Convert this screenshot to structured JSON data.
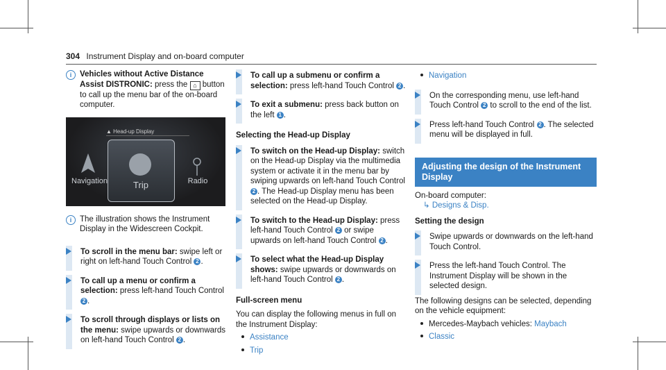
{
  "header": {
    "page_number": "304",
    "title": "Instrument Display and on-board computer"
  },
  "col1": {
    "note1_bold": "Vehicles without Active Distance Assist DISTRONIC:",
    "note1_pre": "press the",
    "note1_icon": "home-icon",
    "note1_post": "button to call up the menu bar of the on-board computer.",
    "screen": {
      "top_label": "Head-up Display",
      "tiles": [
        "Navigation",
        "Trip",
        "Radio"
      ]
    },
    "note2": "The illustration shows the Instrument Display in the Widescreen Cockpit.",
    "steps": [
      {
        "bold": "To scroll in the menu bar:",
        "text": "swipe left or right on left-hand Touch Control",
        "end": "."
      },
      {
        "bold": "To call up a menu or confirm a selection:",
        "text": "press left-hand Touch Control",
        "end": "."
      },
      {
        "bold": "To scroll through displays or lists on the menu:",
        "text": "swipe upwards or downwards on left-hand Touch Control",
        "end": "."
      }
    ]
  },
  "col2": {
    "steps_a": [
      {
        "bold": "To call up a submenu or confirm a selection:",
        "text": "press left-hand Touch Control",
        "end": "."
      },
      {
        "bold": "To exit a submenu:",
        "text": "press back button on the left",
        "end": "."
      }
    ],
    "subheading1": "Selecting the Head-up Display",
    "steps_b": [
      {
        "bold": "To switch on the Head-up Display:",
        "text": "switch on the Head-up Display via the multimedia system or activate it in the menu bar by swiping upwards on left-hand Touch Control",
        "end": ". The Head-up Display menu has been selected on the Head-up Display."
      },
      {
        "bold": "To switch to the Head-up Display:",
        "text": "press left-hand Touch Control",
        "mid": "or swipe upwards on left-hand Touch Control",
        "end": "."
      },
      {
        "bold": "To select what the Head-up Display shows:",
        "text": "swipe upwards or downwards on left-hand Touch Control",
        "end": "."
      }
    ],
    "subheading2": "Full-screen menu",
    "para": "You can display the following menus in full on the Instrument Display:",
    "bullets": [
      "Assistance",
      "Trip"
    ]
  },
  "col3": {
    "bullet_top": "Navigation",
    "steps_a": [
      {
        "text": "On the corresponding menu, use left-hand Touch Control",
        "end": "to scroll to the end of the list."
      },
      {
        "text": "Press left-hand Touch Control",
        "end": ". The selected menu will be displayed in full."
      }
    ],
    "section_title": "Adjusting the design of the Instrument Display",
    "onboard_label": "On-board computer:",
    "onboard_path": "Designs & Disp.",
    "subheading": "Setting the design",
    "steps_b": [
      {
        "text": "Swipe upwards or downwards on the left-hand Touch Control."
      },
      {
        "text": "Press the left-hand Touch Control. The Instrument Display will be shown in the selected design."
      }
    ],
    "para": "The following designs can be selected, depending on the vehicle equipment:",
    "bullets": [
      {
        "pre": "Mercedes-Maybach vehicles:",
        "link": "Maybach"
      },
      {
        "pre": "",
        "link": "Classic"
      }
    ]
  },
  "colors": {
    "accent": "#3b82c4",
    "bar": "#dde8f3"
  },
  "control_number": "2",
  "back_button_number": "1"
}
